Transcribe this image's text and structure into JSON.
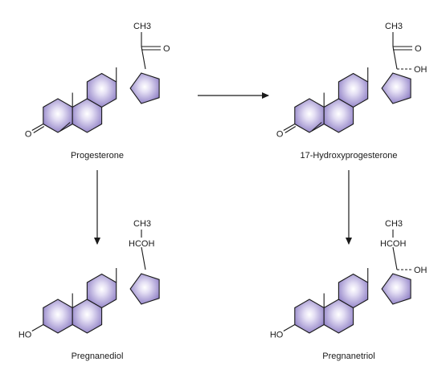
{
  "colors": {
    "ring_fill_light": "#e4dff4",
    "ring_fill_dark": "#8c7cc4",
    "ring_stroke": "#1a1a1a"
  },
  "molecules": [
    {
      "name": "Progesterone",
      "substituents": {
        "top": "CH3",
        "oh17": "",
        "left": "O"
      },
      "side_chain": "ketone"
    },
    {
      "name": "17-Hydroxyprogesterone",
      "substituents": {
        "top": "CH3",
        "oh17": "OH",
        "left": "O"
      },
      "side_chain": "ketone"
    },
    {
      "name": "Pregnanediol",
      "substituents": {
        "top": "CH3",
        "mid": "HCOH",
        "oh17": "",
        "left": "HO"
      },
      "side_chain": "alcohol"
    },
    {
      "name": "Pregnanetriol",
      "substituents": {
        "top": "CH3",
        "mid": "HCOH",
        "oh17": "OH",
        "left": "HO"
      },
      "side_chain": "alcohol"
    }
  ],
  "ketone_O": "O"
}
